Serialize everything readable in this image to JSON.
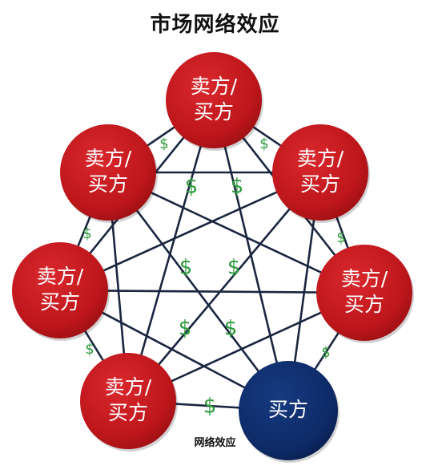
{
  "title": "市场网络效应",
  "caption": "网络效应",
  "nodes": [
    {
      "id": "top",
      "lines": [
        "卖方/",
        "买方"
      ]
    },
    {
      "id": "upper-left",
      "lines": [
        "卖方/",
        "买方"
      ]
    },
    {
      "id": "upper-right",
      "lines": [
        "卖方/",
        "买方"
      ]
    },
    {
      "id": "middle-left",
      "lines": [
        "卖方/",
        "买方"
      ]
    },
    {
      "id": "middle-right",
      "lines": [
        "卖方/",
        "买方"
      ]
    },
    {
      "id": "bottom-left",
      "lines": [
        "卖方/",
        "买方"
      ]
    },
    {
      "id": "bottom-right",
      "lines": [
        "买方"
      ]
    }
  ],
  "dollar_symbol": "$",
  "colors": {
    "seller_buyer_node": "#c0161b",
    "buyer_node": "#0d2a66",
    "connector": "#1a2540",
    "dollar": "#2e9a3c"
  }
}
